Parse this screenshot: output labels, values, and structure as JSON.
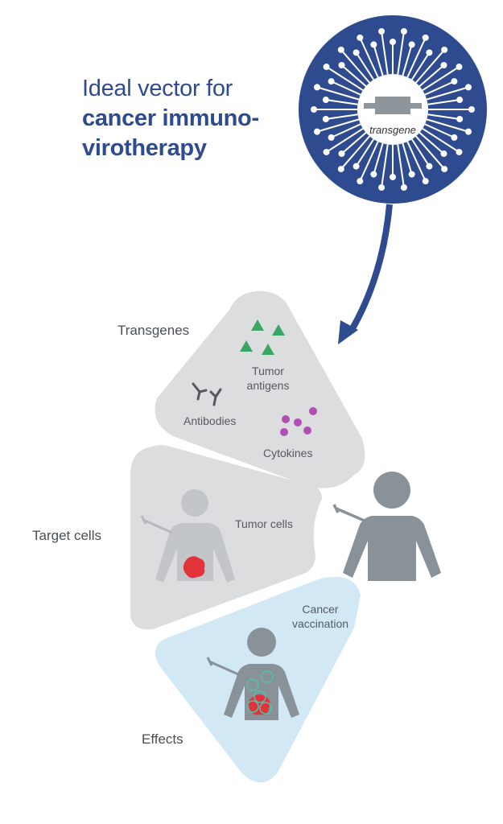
{
  "title": {
    "line1": "Ideal vector for",
    "line2": "cancer immuno-",
    "line3": "virotherapy"
  },
  "vector": {
    "label": "transgene",
    "color": "#2f4b8f"
  },
  "sections": {
    "transgenes": {
      "label": "Transgenes",
      "items": {
        "tumor_antigens": "Tumor\nantigens",
        "tumor_line1": "Tumor",
        "tumor_line2": "antigens",
        "antibodies": "Antibodies",
        "cytokines": "Cytokines"
      },
      "color": "#dcdddf"
    },
    "target_cells": {
      "label": "Target cells",
      "item": "Tumor cells",
      "color": "#dcdddf"
    },
    "effects": {
      "label": "Effects",
      "item_line1": "Cancer",
      "item_line2": "vaccination",
      "color": "#d2e8f5"
    }
  },
  "colors": {
    "person": "#8a9299",
    "antigen": "#3aa565",
    "cytokine": "#b04fb5",
    "tumor": "#e2333b",
    "immune_cell": "#4fc3a8"
  }
}
